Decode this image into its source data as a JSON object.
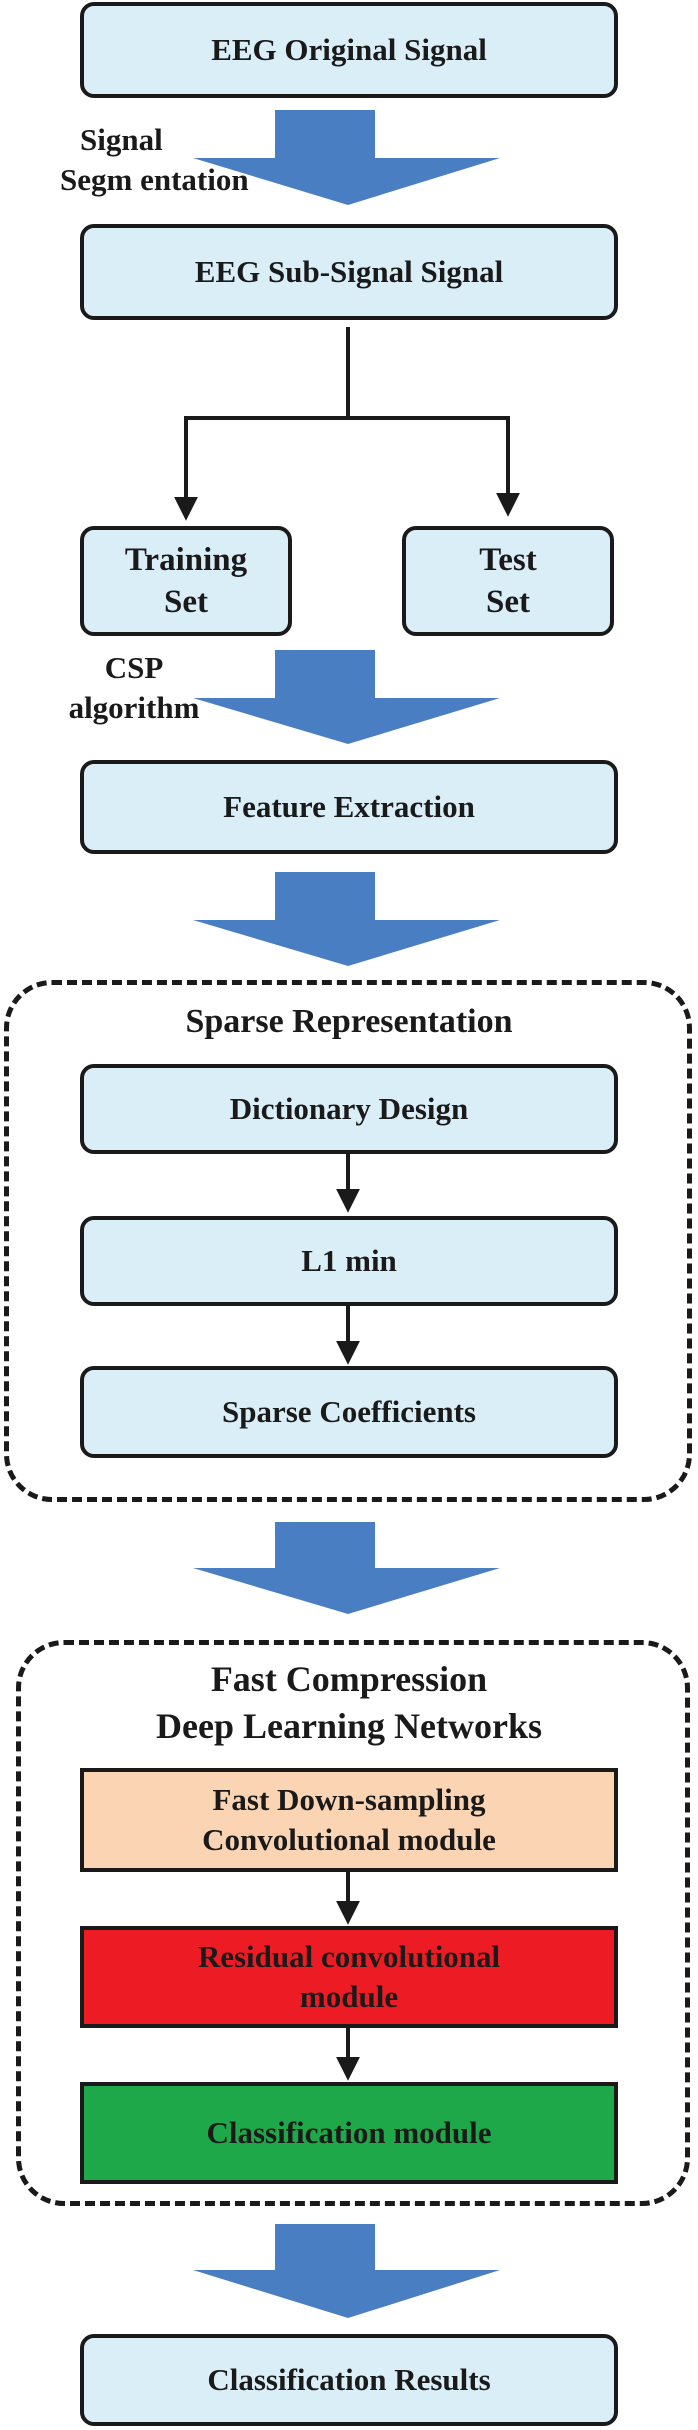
{
  "diagram": {
    "original_signal": "EEG  Original Signal",
    "segmentation_label_line1": "Signal",
    "segmentation_label_line2": "Segm entation",
    "sub_signal": "EEG  Sub-Signal Signal",
    "training_set_line1": "Training",
    "training_set_line2": "Set",
    "test_set_line1": "Test",
    "test_set_line2": "Set",
    "csp_label_line1": "CSP",
    "csp_label_line2": "algorithm",
    "feature_extraction": "Feature Extraction",
    "sparse_group_title": "Sparse Representation",
    "dictionary_design": "Dictionary Design",
    "l1_min": "L1 min",
    "sparse_coefficients": "Sparse Coefficients",
    "dl_group_title_line1": "Fast Compression",
    "dl_group_title_line2": "Deep Learning Networks",
    "fast_downsampling_line1": "Fast Down-sampling",
    "fast_downsampling_line2": "Convolutional module",
    "residual_line1": "Residual convolutional",
    "residual_line2": "module",
    "classification_module": "Classification module",
    "classification_results": "Classification Results"
  },
  "colors": {
    "box_fill": "#daeef8",
    "big_arrow": "#4a7ec2",
    "downsampling_fill": "#fbd4b4",
    "residual_fill": "#ed1c24",
    "classification_fill": "#1ea84a",
    "line": "#1a1a1a"
  }
}
